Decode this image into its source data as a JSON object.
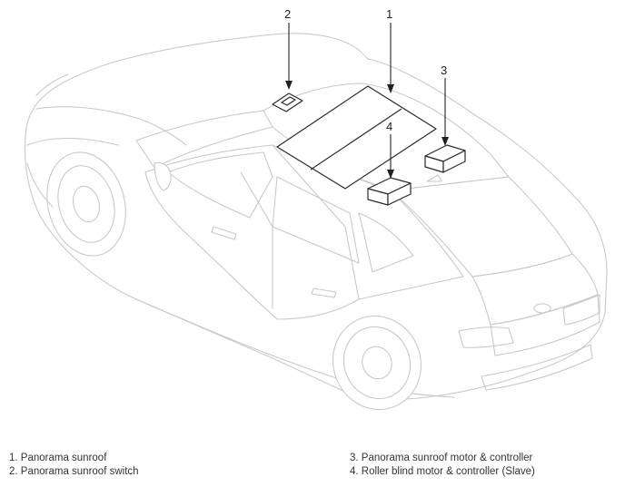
{
  "callouts": {
    "c1": "1",
    "c2": "2",
    "c3": "3",
    "c4": "4"
  },
  "legend": {
    "item1": "1. Panorama sunroof",
    "item2": "2. Panorama sunroof switch",
    "item3": "3. Panorama sunroof motor & controller",
    "item4": "4. Roller blind motor & controller (Slave)"
  }
}
